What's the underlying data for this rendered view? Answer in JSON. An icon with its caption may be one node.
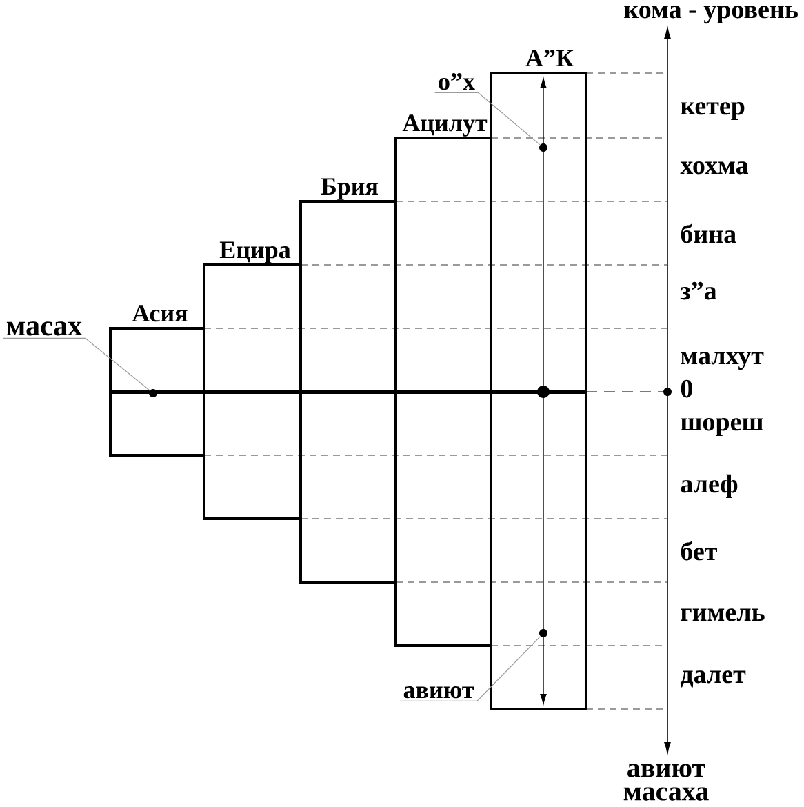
{
  "diagram": {
    "nodes": [
      {
        "text": [
          "Асия"
        ]
      },
      {
        "text": [
          "Ецира"
        ]
      },
      {
        "text": [
          "Брия"
        ]
      },
      {
        "text": [
          "Ацилут"
        ]
      },
      {
        "text": [
          "А”К"
        ]
      },
      {
        "text": [
          "масах"
        ]
      },
      {
        "text": [],
        "shape": "circle",
        "in": 0
      },
      {
        "text": [
          "о”х"
        ]
      },
      {
        "text": [],
        "shape": "circle",
        "in": 4
      },
      {
        "text": [
          "авиют"
        ]
      },
      {
        "text": [],
        "shape": "circle",
        "in": 4
      }
    ],
    "edges": [
      {
        "from": 5,
        "to": 6,
        "arrow": "none"
      },
      {
        "from": 7,
        "to": 8,
        "arrow": "none"
      },
      {
        "from": 9,
        "to": 10,
        "arrow": "none"
      }
    ],
    "labels": [
      "кома - уровень",
      "кетер",
      "хохма",
      "бина",
      "з”а",
      "малхут",
      "0",
      "шореш",
      "алеф",
      "бет",
      "гимель",
      "далет",
      "авиют масаха"
    ]
  }
}
